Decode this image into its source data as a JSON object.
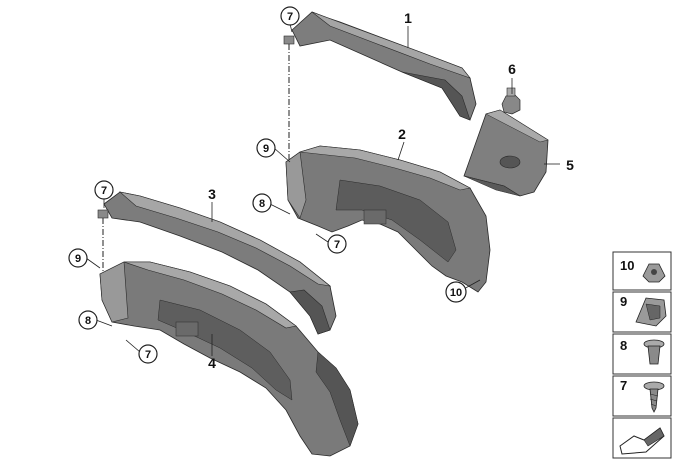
{
  "main_parts": [
    {
      "number": "1"
    },
    {
      "number": "2"
    },
    {
      "number": "3"
    },
    {
      "number": "4"
    },
    {
      "number": "5"
    },
    {
      "number": "6"
    }
  ],
  "callouts": [
    {
      "number": "7"
    },
    {
      "number": "7"
    },
    {
      "number": "7"
    },
    {
      "number": "7"
    },
    {
      "number": "9"
    },
    {
      "number": "9"
    },
    {
      "number": "8"
    },
    {
      "number": "8"
    },
    {
      "number": "10"
    }
  ],
  "legend": {
    "items": [
      {
        "number": "10",
        "part": "nut-clip"
      },
      {
        "number": "9",
        "part": "spring-nut"
      },
      {
        "number": "8",
        "part": "expanding-rivet"
      },
      {
        "number": "7",
        "part": "screw"
      }
    ]
  },
  "colors": {
    "part_fill": "#7a7a7a",
    "part_dark": "#4a4a4a",
    "part_light": "#a8a8a8",
    "outline": "#2a2a2a",
    "legend_border": "#333333"
  }
}
